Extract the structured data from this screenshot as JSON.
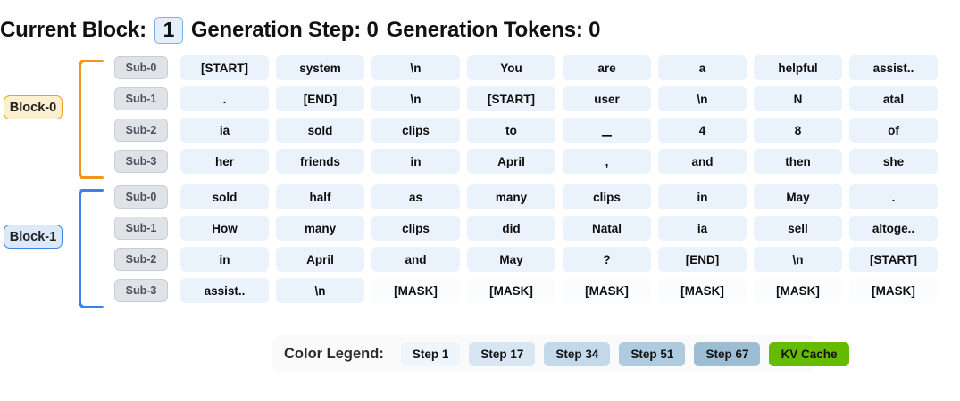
{
  "header": {
    "current_block_label": "Current Block:",
    "current_block_value": "1",
    "generation_step_label": "Generation Step: 0",
    "generation_tokens_label": "Generation Tokens: 0"
  },
  "colors": {
    "block0_border": "#f0a11c",
    "block0_bg": "#fdf0cf",
    "block1_border": "#3a86e8",
    "block1_bg": "#dbe9fb",
    "token_bg": "#eaf2fc",
    "mask_bg": "#fbfcfe",
    "kv_cache": "#66bb00"
  },
  "blocks": [
    {
      "label": "Block-0",
      "accent": "#f0971a",
      "rows": [
        {
          "sub": "Sub-0",
          "tokens": [
            {
              "text": "[START]",
              "type": "token"
            },
            {
              "text": "system",
              "type": "token"
            },
            {
              "text": "\\n",
              "type": "token"
            },
            {
              "text": "You",
              "type": "token"
            },
            {
              "text": "are",
              "type": "token"
            },
            {
              "text": "a",
              "type": "token"
            },
            {
              "text": "helpful",
              "type": "token"
            },
            {
              "text": "assist..",
              "type": "token"
            }
          ]
        },
        {
          "sub": "Sub-1",
          "tokens": [
            {
              "text": ".",
              "type": "token"
            },
            {
              "text": "[END]",
              "type": "token"
            },
            {
              "text": "\\n",
              "type": "token"
            },
            {
              "text": "[START]",
              "type": "token"
            },
            {
              "text": "user",
              "type": "token"
            },
            {
              "text": "\\n",
              "type": "token"
            },
            {
              "text": "N",
              "type": "token"
            },
            {
              "text": "atal",
              "type": "token"
            }
          ]
        },
        {
          "sub": "Sub-2",
          "tokens": [
            {
              "text": "ia",
              "type": "token"
            },
            {
              "text": "sold",
              "type": "token"
            },
            {
              "text": "clips",
              "type": "token"
            },
            {
              "text": "to",
              "type": "token"
            },
            {
              "text": "▁",
              "type": "token"
            },
            {
              "text": "4",
              "type": "token"
            },
            {
              "text": "8",
              "type": "token"
            },
            {
              "text": "of",
              "type": "token"
            }
          ]
        },
        {
          "sub": "Sub-3",
          "tokens": [
            {
              "text": "her",
              "type": "token"
            },
            {
              "text": "friends",
              "type": "token"
            },
            {
              "text": "in",
              "type": "token"
            },
            {
              "text": "April",
              "type": "token"
            },
            {
              "text": ",",
              "type": "token"
            },
            {
              "text": "and",
              "type": "token"
            },
            {
              "text": "then",
              "type": "token"
            },
            {
              "text": "she",
              "type": "token"
            }
          ]
        }
      ]
    },
    {
      "label": "Block-1",
      "accent": "#3b82e8",
      "rows": [
        {
          "sub": "Sub-0",
          "tokens": [
            {
              "text": "sold",
              "type": "token"
            },
            {
              "text": "half",
              "type": "token"
            },
            {
              "text": "as",
              "type": "token"
            },
            {
              "text": "many",
              "type": "token"
            },
            {
              "text": "clips",
              "type": "token"
            },
            {
              "text": "in",
              "type": "token"
            },
            {
              "text": "May",
              "type": "token"
            },
            {
              "text": ".",
              "type": "token"
            }
          ]
        },
        {
          "sub": "Sub-1",
          "tokens": [
            {
              "text": "How",
              "type": "token"
            },
            {
              "text": "many",
              "type": "token"
            },
            {
              "text": "clips",
              "type": "token"
            },
            {
              "text": "did",
              "type": "token"
            },
            {
              "text": "Natal",
              "type": "token"
            },
            {
              "text": "ia",
              "type": "token"
            },
            {
              "text": "sell",
              "type": "token"
            },
            {
              "text": "altoge..",
              "type": "token"
            }
          ]
        },
        {
          "sub": "Sub-2",
          "tokens": [
            {
              "text": "in",
              "type": "token"
            },
            {
              "text": "April",
              "type": "token"
            },
            {
              "text": "and",
              "type": "token"
            },
            {
              "text": "May",
              "type": "token"
            },
            {
              "text": "?",
              "type": "token"
            },
            {
              "text": "[END]",
              "type": "token"
            },
            {
              "text": "\\n",
              "type": "token"
            },
            {
              "text": "[START]",
              "type": "token"
            }
          ]
        },
        {
          "sub": "Sub-3",
          "tokens": [
            {
              "text": "assist..",
              "type": "token"
            },
            {
              "text": "\\n",
              "type": "token"
            },
            {
              "text": "[MASK]",
              "type": "mask"
            },
            {
              "text": "[MASK]",
              "type": "mask"
            },
            {
              "text": "[MASK]",
              "type": "mask"
            },
            {
              "text": "[MASK]",
              "type": "mask"
            },
            {
              "text": "[MASK]",
              "type": "mask"
            },
            {
              "text": "[MASK]",
              "type": "mask"
            }
          ]
        }
      ]
    }
  ],
  "legend": {
    "title": "Color Legend:",
    "chips": [
      {
        "label": "Step 1",
        "bg": "#eef5fb"
      },
      {
        "label": "Step 17",
        "bg": "#d7e6f2"
      },
      {
        "label": "Step 34",
        "bg": "#c3d9ea"
      },
      {
        "label": "Step 51",
        "bg": "#aecbe0"
      },
      {
        "label": "Step 67",
        "bg": "#9dbdd4"
      },
      {
        "label": "KV Cache",
        "bg": "#66bb00"
      }
    ]
  }
}
